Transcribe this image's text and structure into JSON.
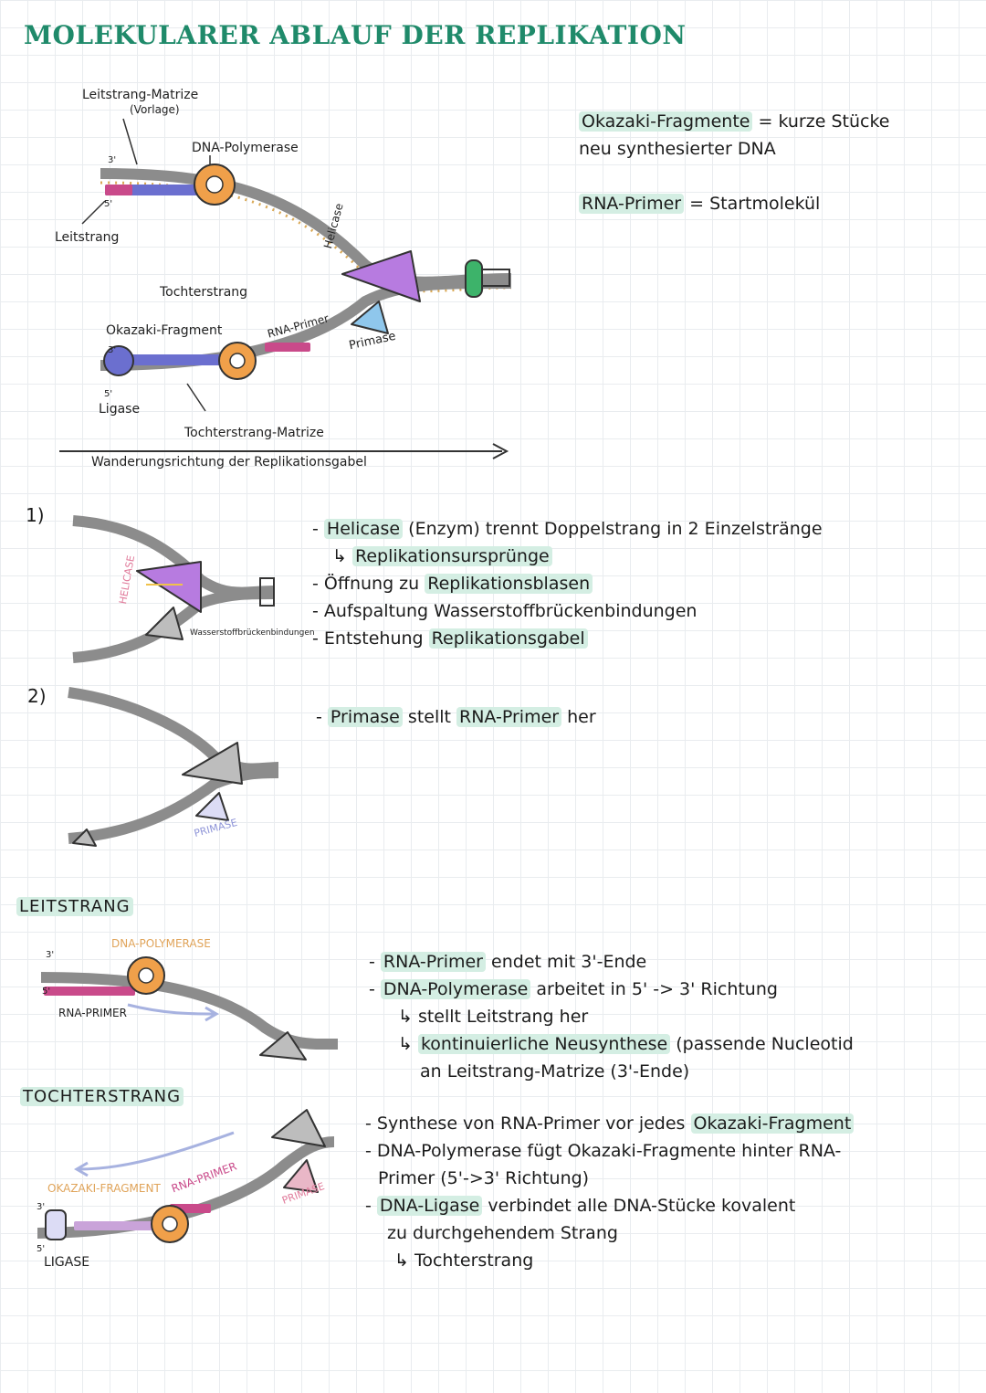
{
  "title": "MOLEKULARER ABLAUF DER REPLIKATION",
  "top_diagram": {
    "labels": {
      "leitstrang_matrize": "Leitstrang-Matrize",
      "vorlage": "(Vorlage)",
      "dna_polymerase": "DNA-Polymerase",
      "three_prime_top": "3'",
      "five_prime_top": "5'",
      "leitstrang": "Leitstrang",
      "tochterstrang": "Tochterstrang",
      "helicase": "Helicase",
      "okazaki": "Okazaki-Fragment",
      "rna_primer": "RNA-Primer",
      "primase": "Primase",
      "three_prime_bottom": "3'",
      "five_prime_bottom": "5'",
      "ligase": "Ligase",
      "tochterstrang_matrize": "Tochterstrang-Matrize",
      "wanderung": "Wanderungsrichtung der Replikationsgabel"
    },
    "colors": {
      "strand": "#8c8c8c",
      "polymerase": "#f0a04a",
      "helicase": "#b77be0",
      "primase": "#8fc7ec",
      "clamp": "#3db36a",
      "primer": "#c94a8a",
      "leading": "#6b6fcf"
    }
  },
  "definitions": [
    {
      "term": "Okazaki-Fragmente",
      "rest": " = kurze Stücke",
      "line2": "neu synthesierter DNA"
    },
    {
      "term": "RNA-Primer",
      "rest": " = Startmolekül"
    }
  ],
  "step1": {
    "number": "1)",
    "helicase_label": "HELICASE",
    "bond_label": "Wasserstoffbrückenbindungen",
    "notes": [
      {
        "pre": "- ",
        "hl": "Helicase",
        "post": " (Enzym) trennt Doppelstrang in 2 Einzelstränge"
      },
      {
        "pre": "↳ ",
        "hl": "Replikationsursprünge",
        "post": ""
      },
      {
        "pre": "- Öffnung zu ",
        "hl": "Replikationsblasen",
        "post": ""
      },
      {
        "pre": "- Aufspaltung Wasserstoffbrückenbindungen",
        "hl": "",
        "post": ""
      },
      {
        "pre": "- Entstehung ",
        "hl": "Replikationsgabel",
        "post": ""
      }
    ]
  },
  "step2": {
    "number": "2)",
    "primase_label": "PRIMASE",
    "notes": [
      {
        "pre": "- ",
        "hl": "Primase",
        "mid": " stellt ",
        "hl2": "RNA-Primer",
        "post": " her"
      }
    ]
  },
  "leitstrang_section": {
    "heading": "LEITSTRANG",
    "polymerase_label": "DNA-POLYMERASE",
    "primer_label": "RNA-PRIMER",
    "three": "3'",
    "five": "5'",
    "notes": [
      {
        "pre": "- ",
        "hl": "RNA-Primer",
        "post": " endet mit 3'-Ende"
      },
      {
        "pre": "- ",
        "hl": "DNA-Polymerase",
        "post": " arbeitet in 5' -> 3' Richtung"
      },
      {
        "pre": "↳ stellt Leitstrang her",
        "hl": "",
        "post": ""
      },
      {
        "pre": "↳ ",
        "hl": "kontinuierliche Neusynthese",
        "post": " (passende Nucleotid"
      },
      {
        "pre": "an Leitstrang-Matrize (3'-Ende)",
        "hl": "",
        "post": ""
      }
    ]
  },
  "tochterstrang_section": {
    "heading": "TOCHTERSTRANG",
    "okazaki_label": "OKAZAKI-FRAGMENT",
    "primer_label": "RNA-PRIMER",
    "primase_label": "PRIMASE",
    "ligase_label": "LIGASE",
    "three": "3'",
    "five": "5'",
    "notes": [
      {
        "pre": "- Synthese von RNA-Primer vor jedes ",
        "hl": "Okazaki-Fragment",
        "post": ""
      },
      {
        "pre": "- DNA-Polymerase fügt Okazaki-Fragmente hinter RNA-",
        "hl": "",
        "post": ""
      },
      {
        "pre": "Primer (5'->3' Richtung)",
        "hl": "",
        "post": ""
      },
      {
        "pre": "- ",
        "hl": "DNA-Ligase",
        "post": " verbindet alle DNA-Stücke kovalent"
      },
      {
        "pre": "zu durchgehendem Strang",
        "hl": "",
        "post": ""
      },
      {
        "pre": "↳ Tochterstrang",
        "hl": "",
        "post": ""
      }
    ]
  }
}
